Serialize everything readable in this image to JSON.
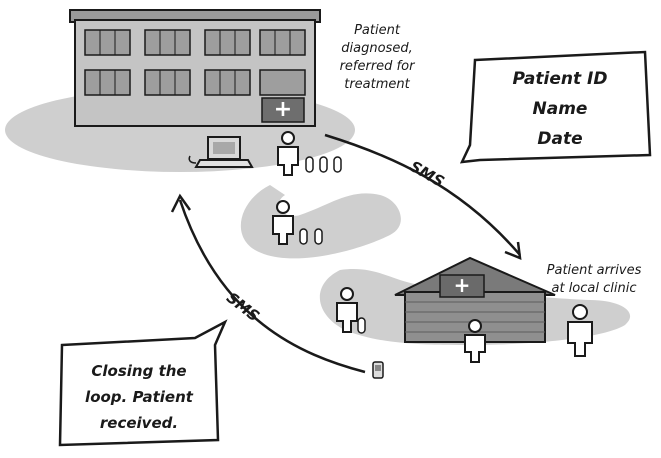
{
  "labels": {
    "diagnosed": [
      "Patient",
      "diagnosed,",
      "referred for",
      "treatment"
    ],
    "arrives": [
      "Patient arrives",
      "at local clinic"
    ],
    "sms_top": "SMS",
    "sms_left": "SMS"
  },
  "bubbles": {
    "patient_info": [
      "Patient ID",
      "Name",
      "Date"
    ],
    "closing": [
      "Closing the",
      "loop. Patient",
      "received."
    ]
  },
  "icons": {
    "hospital_sign": "+",
    "clinic_sign": "+"
  },
  "colors": {
    "ground": "#cfcfcf",
    "building_light": "#bdbdbd",
    "brick": "#8a8a8a",
    "ink": "#1a1a1a"
  }
}
